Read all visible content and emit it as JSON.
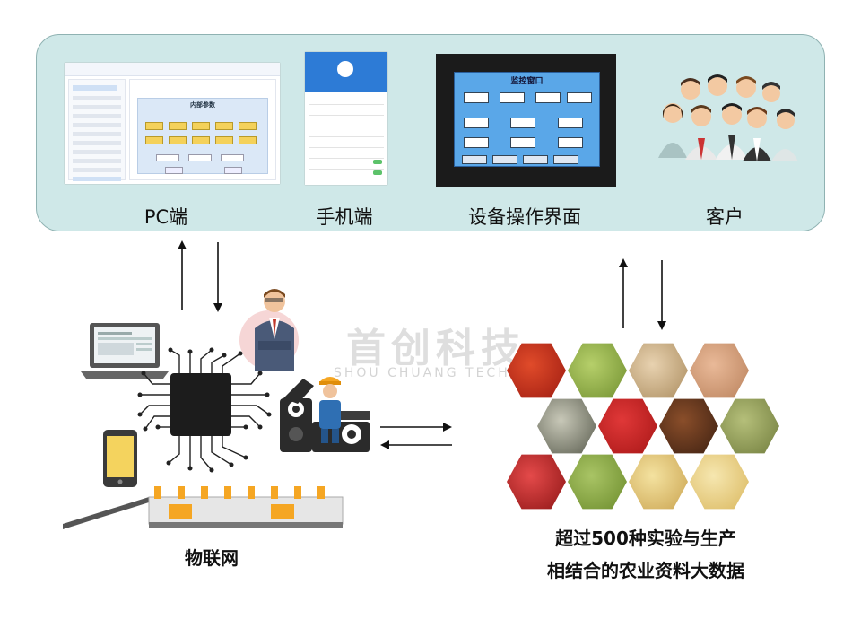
{
  "panel": {
    "labels": {
      "pc": "PC端",
      "mobile": "手机端",
      "device": "设备操作界面",
      "customer": "客户"
    }
  },
  "pc_screenshot": {
    "header_button": "",
    "inner_title": "内部参数"
  },
  "device_screenshot": {
    "title": "监控窗口",
    "brand": ""
  },
  "watermark": {
    "cn": "首创科技",
    "en": "SHOU CHUANG TECH"
  },
  "iot": {
    "label": "物联网"
  },
  "data": {
    "line1": "超过500种实验与生产",
    "line2": "相结合的农业资料大数据"
  },
  "colors": {
    "panel_bg": "#cfe8e8",
    "panel_border": "#8fb2b2",
    "chip": "#222222",
    "industrial_orange": "#f5a623",
    "accent_blue": "#2d7bd6"
  },
  "icons": {
    "laptop": "laptop-icon",
    "phone": "smartphone-icon",
    "chip": "microchip-icon",
    "worker": "worker-icon",
    "robot_arm": "industrial-robot-icon",
    "crowd": "people-group-icon"
  }
}
